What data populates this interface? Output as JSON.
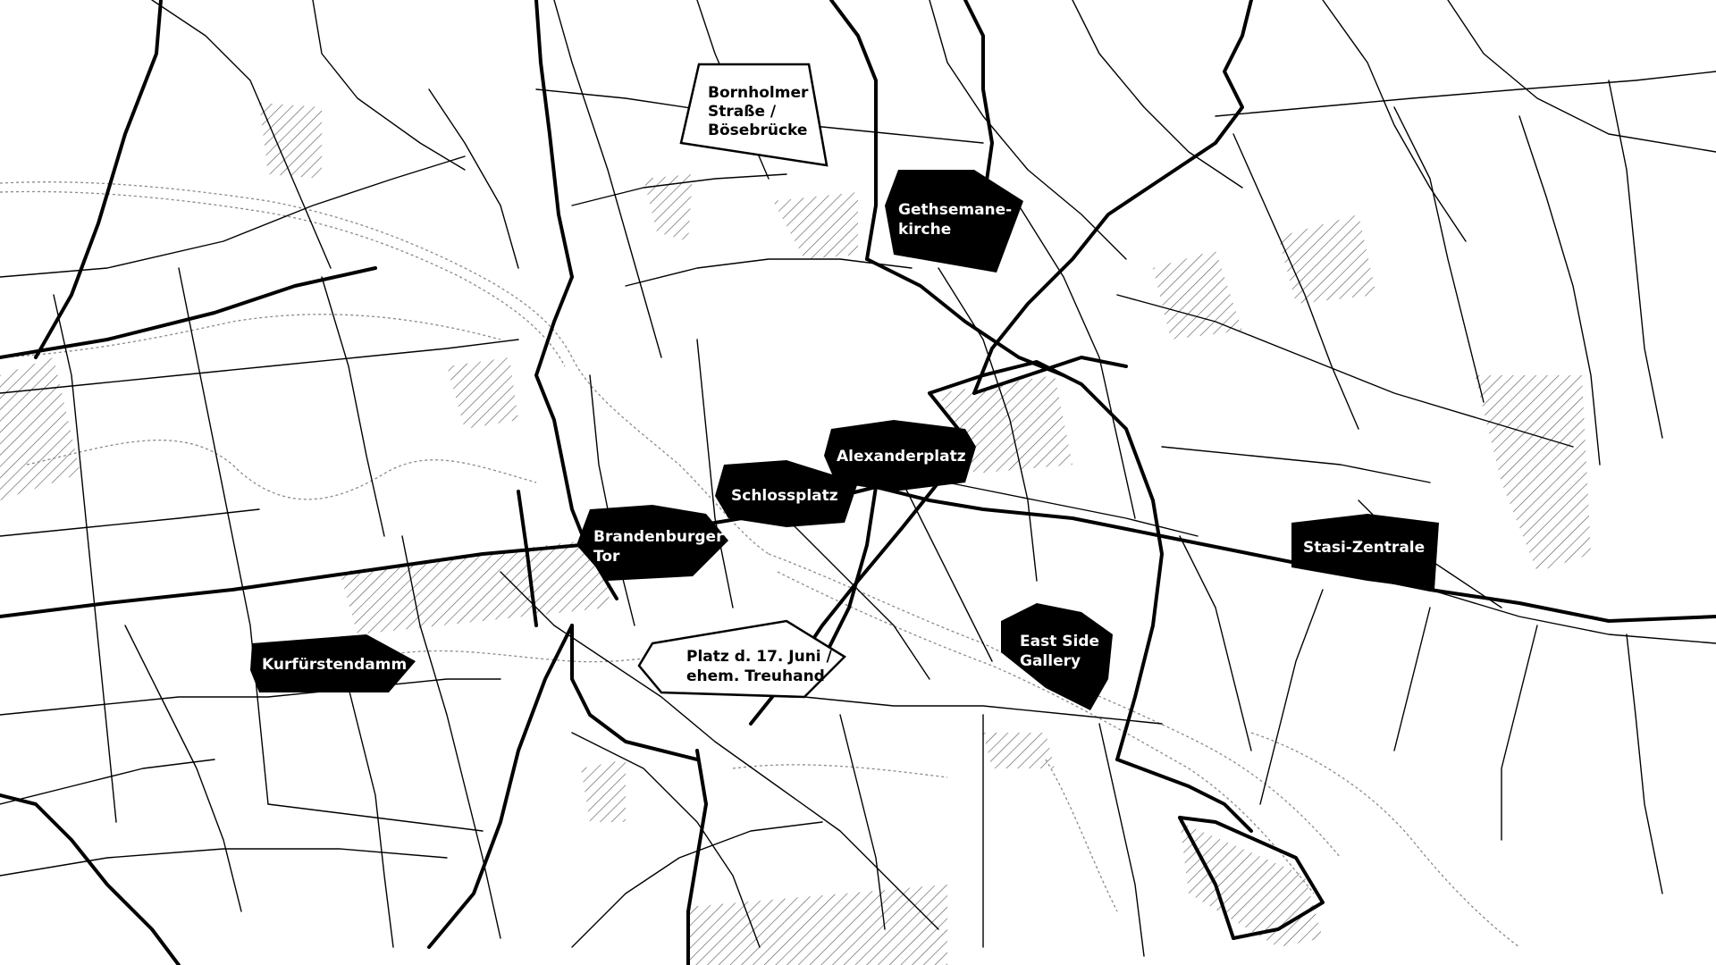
{
  "map": {
    "colors": {
      "background": "#ffffff",
      "ink": "#000000",
      "water": "#8a8a8a",
      "label_dark_text": "#ffffff",
      "label_light_text": "#000000"
    },
    "markers": [
      {
        "id": "bornholmer",
        "style": "outline",
        "lines": [
          "Bornholmer",
          "Straße /",
          "Bösebrücke"
        ]
      },
      {
        "id": "gethsemane",
        "style": "filled",
        "lines": [
          "Gethsemane-",
          "kirche"
        ]
      },
      {
        "id": "alexanderplatz",
        "style": "filled",
        "lines": [
          "Alexanderplatz"
        ]
      },
      {
        "id": "schlossplatz",
        "style": "filled",
        "lines": [
          "Schlossplatz"
        ]
      },
      {
        "id": "brandenburger",
        "style": "filled",
        "lines": [
          "Brandenburger",
          "Tor"
        ]
      },
      {
        "id": "stasi",
        "style": "filled",
        "lines": [
          "Stasi-Zentrale"
        ]
      },
      {
        "id": "eastside",
        "style": "filled",
        "lines": [
          "East Side",
          "Gallery"
        ]
      },
      {
        "id": "platz17",
        "style": "outline",
        "lines": [
          "Platz d. 17. Juni /",
          "ehem. Treuhand"
        ]
      },
      {
        "id": "kurfuerstendamm",
        "style": "filled",
        "lines": [
          "Kurfürstendamm"
        ]
      }
    ]
  }
}
